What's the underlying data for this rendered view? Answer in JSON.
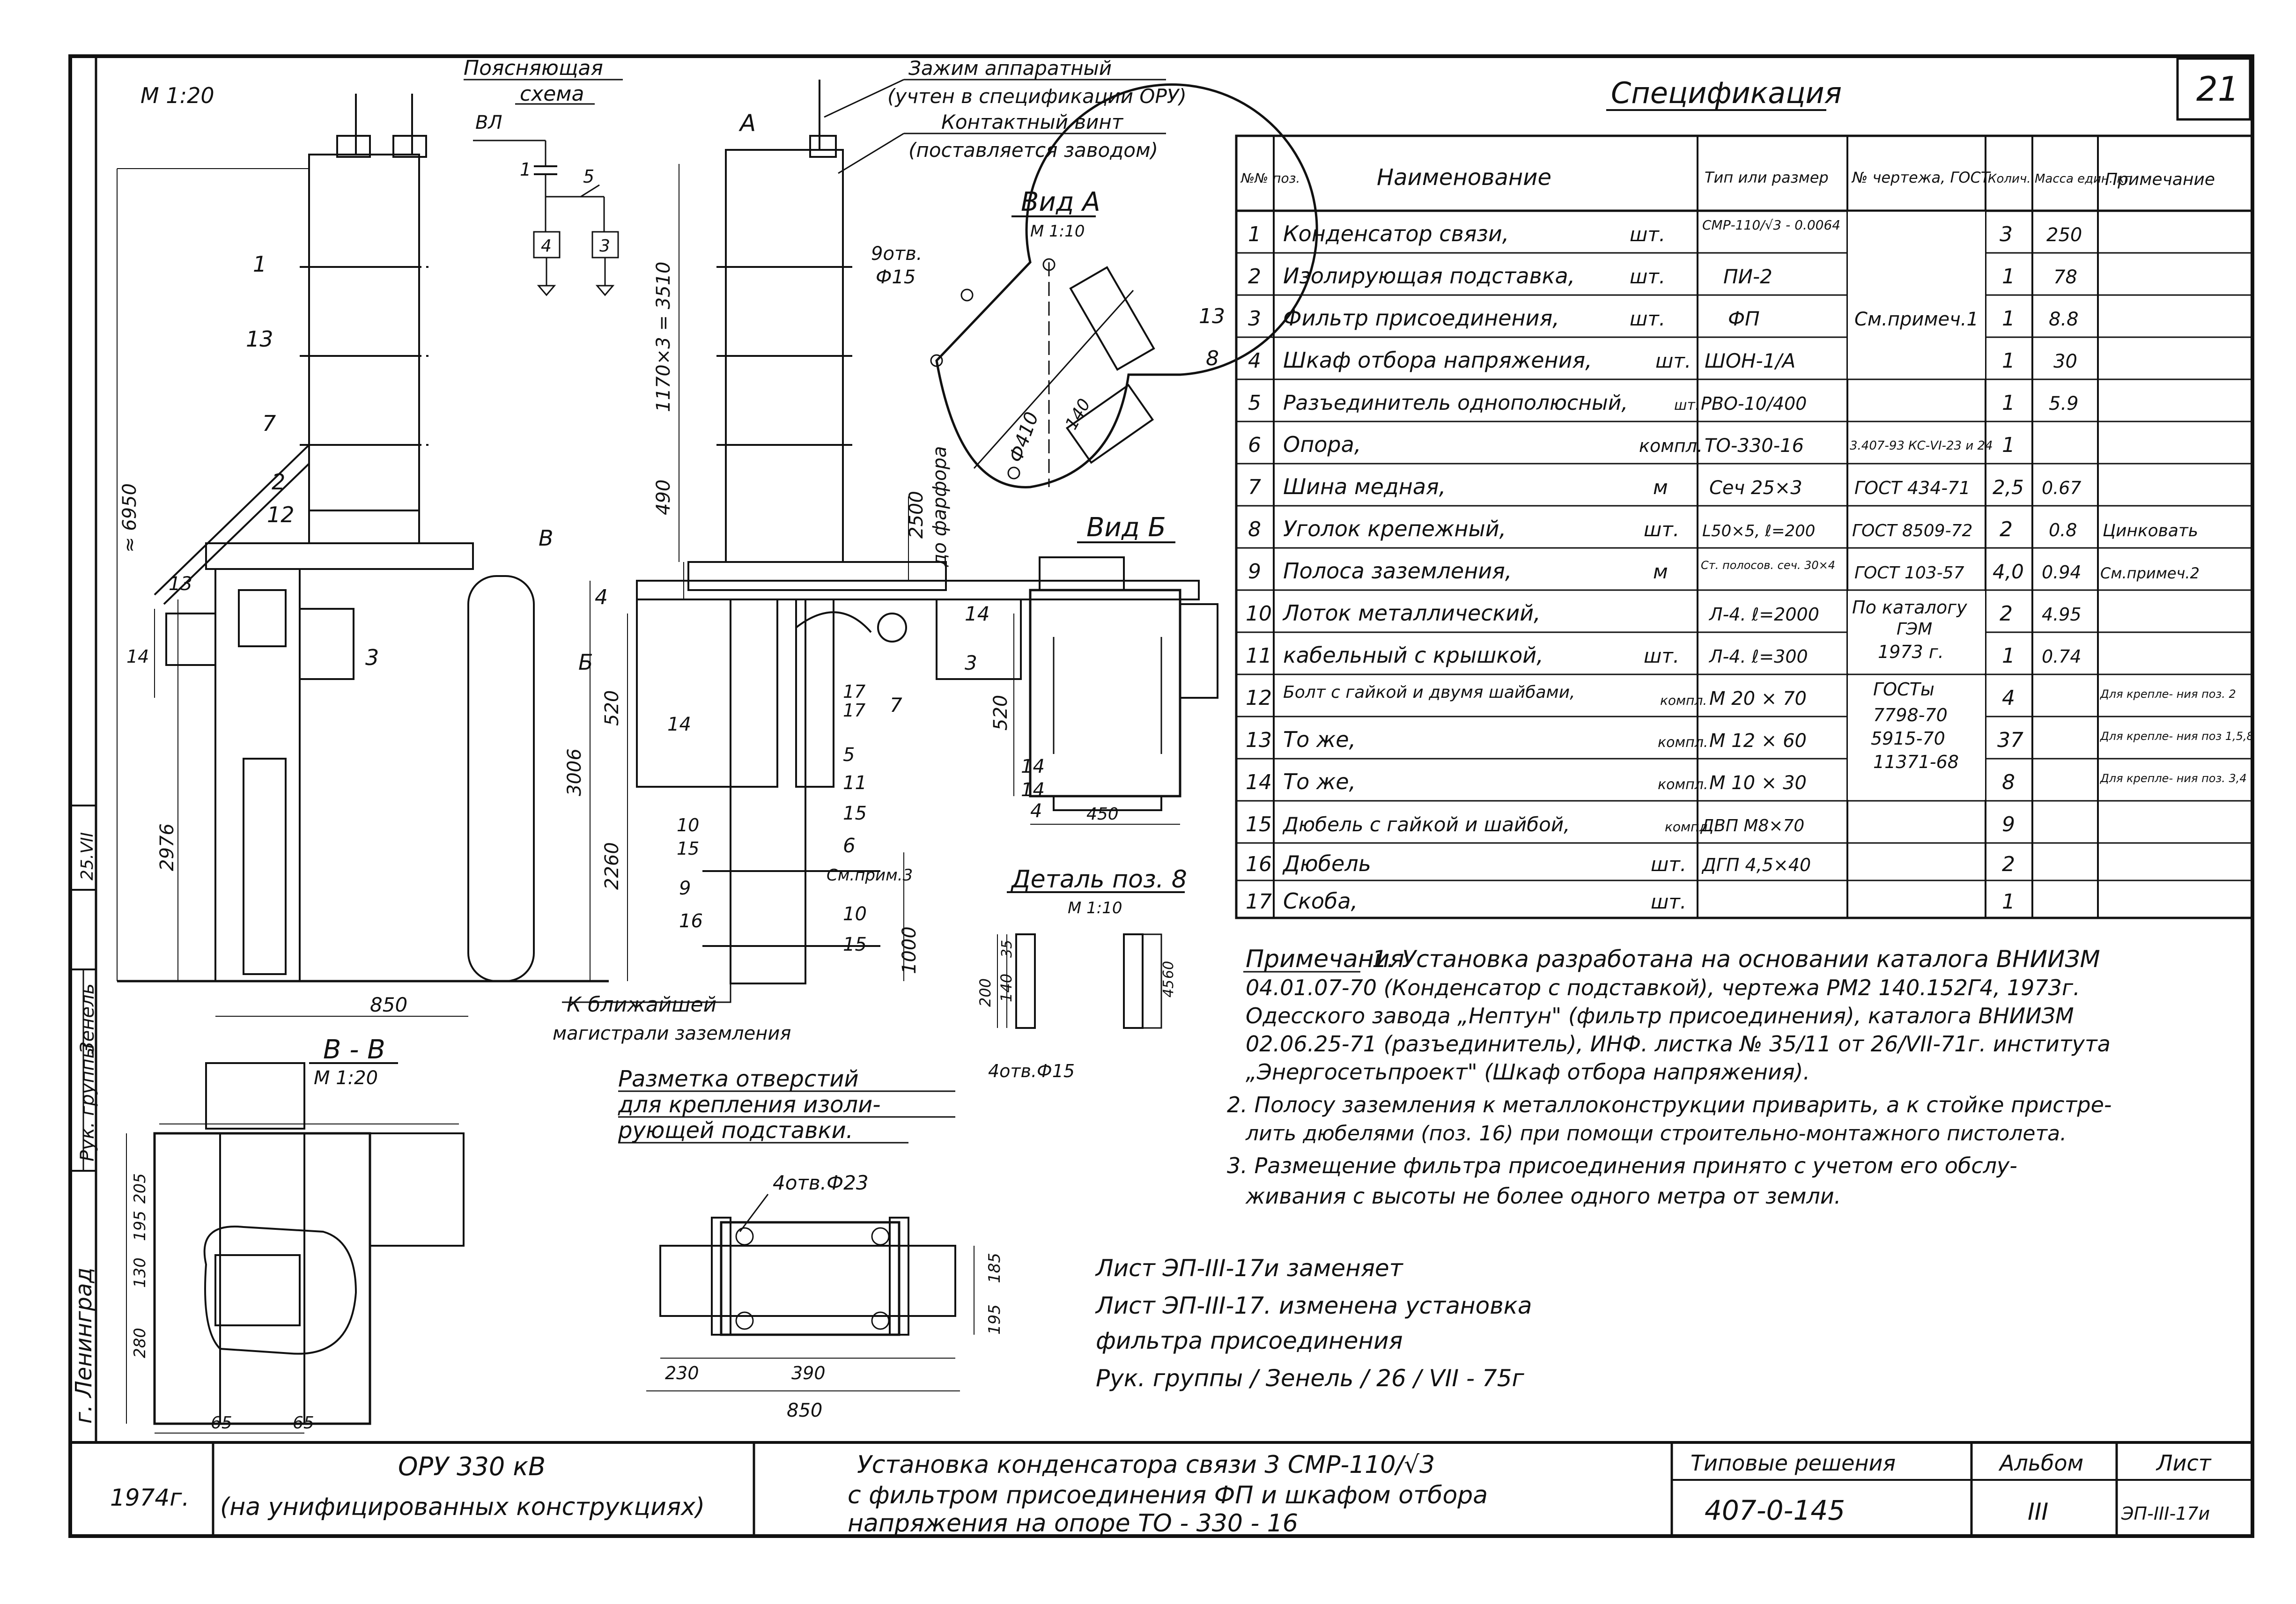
{
  "scale_main": "M 1:20",
  "sheet_no": "21",
  "schema": {
    "title_l1": "Поясняющая",
    "title_l2": "схема",
    "vl": "ВЛ",
    "n1": "1",
    "n5": "5",
    "n4": "4",
    "n3": "3"
  },
  "top_callouts": {
    "clamp_l1": "Зажим аппаратный",
    "clamp_l2": "(учтен в спецификации ОРУ)",
    "screw_l1": "Контактный винт",
    "screw_l2": "(поставляется заводом)",
    "arrow_a": "А",
    "arrow_b": "Б"
  },
  "view_a": {
    "title": "Вид А",
    "scale": "М 1:10",
    "holes": "9отв.",
    "holes_d": "Ф15",
    "diam": "Ф410",
    "dim140": "140",
    "p13": "13",
    "p8": "8"
  },
  "view_b": {
    "title": "Вид Б",
    "dim520": "520",
    "dim450": "450",
    "p14a": "14",
    "p14b": "14",
    "p4": "4"
  },
  "detail8": {
    "title": "Деталь поз. 8",
    "scale": "М 1:10",
    "holes": "4отв.Ф15",
    "d200": "200",
    "d140": "140",
    "d35": "35",
    "d60": "60",
    "d45": "45"
  },
  "section_bb": {
    "title": "В - В",
    "scale": "М 1:20",
    "d205": "205",
    "d195": "195",
    "d130": "130",
    "d280": "280",
    "d65a": "65",
    "d65b": "65"
  },
  "layout_holes": {
    "title_l1": "Разметка отверстий",
    "title_l2": "для крепления изоли-",
    "title_l3": "рующей подставки.",
    "holes": "4отв.Ф23",
    "d230": "230",
    "d390": "390",
    "d850": "850",
    "d195": "195",
    "d185": "185"
  },
  "main_dims": {
    "d6950": "≈ 6950",
    "d2976": "2976",
    "d850": "850",
    "d3510": "1170×3 = 3510",
    "d490": "490",
    "d2500": "2500",
    "d2500b": "до фарфора",
    "d520": "520",
    "d3006": "3006",
    "d2260": "2260",
    "d1000": "1000",
    "arrow_b_left": "Б",
    "arrow_b_right": "В",
    "cm_prim3": "См.прим.3",
    "ground_l1": "К ближайшей",
    "ground_l2": "магистрали заземления"
  },
  "pos_labels": [
    "1",
    "13",
    "7",
    "2",
    "12",
    "13",
    "14",
    "3",
    "4",
    "14",
    "17",
    "17",
    "5",
    "11",
    "15",
    "6",
    "10",
    "15",
    "9",
    "16",
    "10",
    "15",
    "14",
    "3",
    "7"
  ],
  "spec": {
    "title": "Спецификация",
    "headers": {
      "pos": "№№ поз.",
      "name": "Наименование",
      "type": "Тип или размер",
      "doc": "№ чертежа, ГОСТ",
      "qty": "Колич.",
      "mass": "Масса един. кг",
      "note": "Примечание"
    },
    "rows": [
      {
        "pos": "1",
        "name": "Конденсатор связи,",
        "unit": "шт.",
        "type": "СМР-110/√3 - 0.0064",
        "qty": "3",
        "mass": "250",
        "note": ""
      },
      {
        "pos": "2",
        "name": "Изолирующая подставка,",
        "unit": "шт.",
        "type": "ПИ-2",
        "qty": "1",
        "mass": "78",
        "note": ""
      },
      {
        "pos": "3",
        "name": "Фильтр присоединения,",
        "unit": "шт.",
        "type": "ФП",
        "qty": "1",
        "mass": "8.8",
        "note": ""
      },
      {
        "pos": "4",
        "name": "Шкаф отбора напряжения,",
        "unit": "шт.",
        "type": "ШОН-1/А",
        "qty": "1",
        "mass": "30",
        "note": ""
      },
      {
        "pos": "5",
        "name": "Разъединитель однополюсный,",
        "unit": "шт.",
        "type": "РВО-10/400",
        "qty": "1",
        "mass": "5.9",
        "note": ""
      },
      {
        "pos": "6",
        "name": "Опора,",
        "unit": "компл.",
        "type": "ТО-330-16",
        "qty": "1",
        "mass": "",
        "note": ""
      },
      {
        "pos": "7",
        "name": "Шина медная,",
        "unit": "м",
        "type": "Сеч 25×3",
        "qty": "2,5",
        "mass": "0.67",
        "note": ""
      },
      {
        "pos": "8",
        "name": "Уголок крепежный,",
        "unit": "шт.",
        "type": "L50×5, ℓ=200",
        "qty": "2",
        "mass": "0.8",
        "note": "Цинковать"
      },
      {
        "pos": "9",
        "name": "Полоса заземления,",
        "unit": "м",
        "type": "Ст. полосов. сеч. 30×4",
        "qty": "4,0",
        "mass": "0.94",
        "note": "См.примеч.2"
      },
      {
        "pos": "10",
        "name": "Лоток металлический,",
        "unit": "",
        "type": "Л-4. ℓ=2000",
        "qty": "2",
        "mass": "4.95",
        "note": ""
      },
      {
        "pos": "11",
        "name": "кабельный с крышкой,",
        "unit": "шт.",
        "type": "Л-4. ℓ=300",
        "qty": "1",
        "mass": "0.74",
        "note": ""
      },
      {
        "pos": "12",
        "name": "Болт с гайкой и двумя шайбами,",
        "unit": "компл.",
        "type": "М 20 × 70",
        "qty": "4",
        "mass": "",
        "note": "Для крепле- ния поз. 2"
      },
      {
        "pos": "13",
        "name": "То же,",
        "unit": "компл.",
        "type": "М 12 × 60",
        "qty": "37",
        "mass": "",
        "note": "Для крепле- ния поз 1,5,8"
      },
      {
        "pos": "14",
        "name": "То же,",
        "unit": "компл.",
        "type": "М 10 × 30",
        "qty": "8",
        "mass": "",
        "note": "Для крепле- ния поз. 3,4"
      },
      {
        "pos": "15",
        "name": "Дюбель с гайкой и шайбой,",
        "unit": "компл.",
        "type": "ДВП М8×70",
        "qty": "9",
        "mass": "",
        "note": ""
      },
      {
        "pos": "16",
        "name": "Дюбель",
        "unit": "шт.",
        "type": "ДГП 4,5×40",
        "qty": "2",
        "mass": "",
        "note": ""
      },
      {
        "pos": "17",
        "name": "Скоба,",
        "unit": "шт.",
        "type": "",
        "qty": "1",
        "mass": "",
        "note": ""
      }
    ],
    "doc_1_5": "См.примеч.1",
    "doc_6": "3.407-93 КС-VI-23 и 24",
    "doc_7": "ГОСТ 434-71",
    "doc_8": "ГОСТ 8509-72",
    "doc_9": "ГОСТ 103-57",
    "doc_10_l1": "По каталогу",
    "doc_10_l2": "ГЭМ",
    "doc_10_l3": "1973 г.",
    "doc_12_l1": "ГОСТы",
    "doc_12_l2": "7798-70",
    "doc_12_l3": "5915-70",
    "doc_12_l4": "11371-68"
  },
  "notes": {
    "title": "Примечания",
    "lines": [
      "1. Установка разработана на основании каталога ВНИИЗМ",
      "04.01.07-70 (Конденсатор с подставкой), чертежа РМ2 140.152Г4, 1973г.",
      "Одесского завода „Нептун\" (фильтр присоединения), каталога ВНИИЗМ",
      "02.06.25-71 (разъединитель), ИНФ. листка № 35/11 от 26/VII-71г. института",
      "„Энергосетьпроект\" (Шкаф отбора напряжения).",
      "2. Полосу заземления к металлоконструкции приварить, а к стойке пристре-",
      "лить дюбелями (поз. 16) при помощи строительно-монтажного пистолета.",
      "3. Размещение фильтра присоединения принято с учетом его обслу-",
      "живания с высоты не более одного метра от земли."
    ]
  },
  "replace_note": {
    "lines": [
      "Лист ЭП-III-17и заменяет",
      "Лист ЭП-III-17. изменена установка",
      "фильтра присоединения",
      "Рук. группы  / Зенель / 26 / VII - 75г"
    ]
  },
  "margin": {
    "city": "г. Ленинград",
    "role1": "Рук. группы",
    "name1": "Зенель",
    "date": "25.VII"
  },
  "title_block": {
    "year": "1974г.",
    "object_l1": "ОРУ 330 кВ",
    "object_l2": "(на унифицированных конструкциях)",
    "desc_l1": "Установка конденсатора связи 3 СМР-110/√3",
    "desc_l2": "с фильтром присоединения ФП и шкафом отбора",
    "desc_l3": "напряжения на опоре ТО - 330 - 16",
    "series_label": "Типовые решения",
    "series_value": "407-0-145",
    "album_label": "Альбом",
    "album_value": "III",
    "sheet_label": "Лист",
    "sheet_value": "ЭП-III-17и"
  }
}
